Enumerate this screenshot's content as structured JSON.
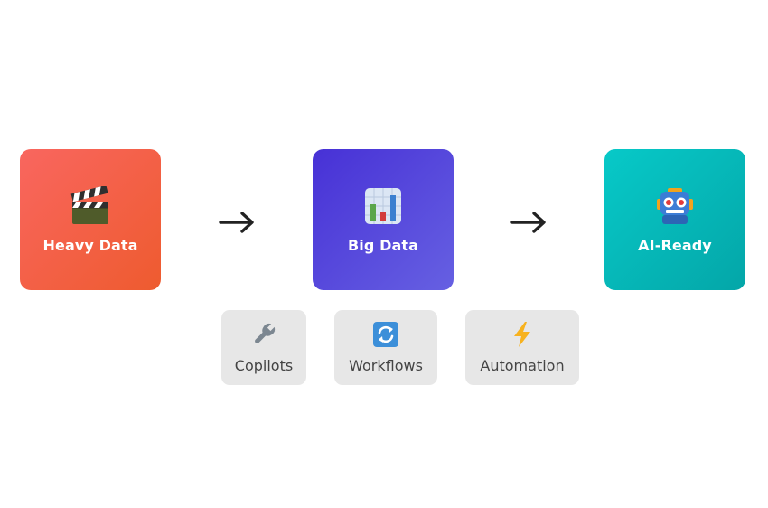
{
  "flow": {
    "stages": [
      {
        "label": "Heavy Data",
        "icon": "clapperboard-icon",
        "color": "#f5604a"
      },
      {
        "label": "Big Data",
        "icon": "bar-chart-icon",
        "color": "#5546dc"
      },
      {
        "label": "AI-Ready",
        "icon": "robot-icon",
        "color": "#05b7b8"
      }
    ],
    "arrows": [
      "right-arrow-icon",
      "right-arrow-icon"
    ]
  },
  "features": [
    {
      "label": "Copilots",
      "icon": "wrench-icon"
    },
    {
      "label": "Workflows",
      "icon": "refresh-icon"
    },
    {
      "label": "Automation",
      "icon": "lightning-icon"
    }
  ]
}
